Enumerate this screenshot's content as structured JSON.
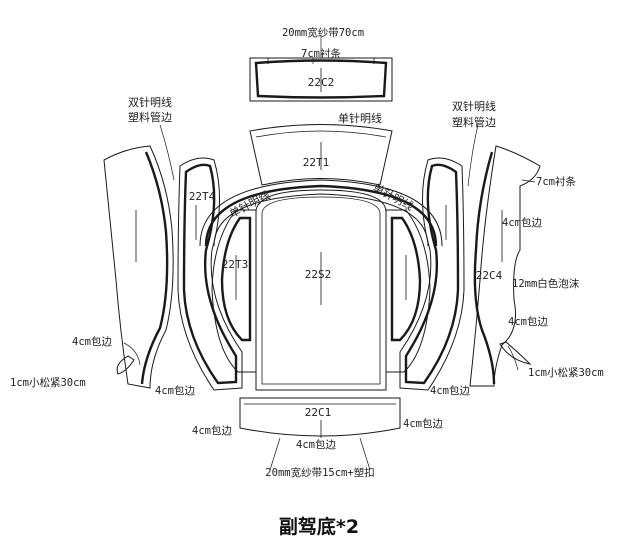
{
  "caption": "副驾底*2",
  "pieces": {
    "c2": "22C2",
    "t1": "22T1",
    "t4": "22T4",
    "t3": "22T3",
    "s2": "22S2",
    "c4": "22C4",
    "c1": "22C1"
  },
  "labels": {
    "top_band": "20mm宽纱带70cm",
    "top_lining": "7cm衬条",
    "single_stitch_top": "单针明线",
    "double_stitch_left": "双针明线",
    "piping_left": "塑料管边",
    "double_stitch_right": "双针明线",
    "piping_right": "塑料管边",
    "single_stitch_arc_left": "单针明线",
    "single_stitch_arc_right": "单针明线",
    "lining_right": "7cm衬条",
    "wrap_right_upper": "4cm包边",
    "foam_right": "12mm白色泡沫",
    "wrap_right_mid": "4cm包边",
    "elastic_right": "1cm小松紧30cm",
    "wrap_left_mid": "4cm包边",
    "elastic_left": "1cm小松紧30cm",
    "wrap_left_low": "4cm包边",
    "wrap_right_low": "4cm包边",
    "wrap_bottom_left": "4cm包边",
    "wrap_bottom_right": "4cm包边",
    "wrap_bottom_center": "4cm包边",
    "bottom_band": "20mm宽纱带15cm+塑扣"
  },
  "colors": {
    "line": "#1a1a1a",
    "background": "#ffffff"
  }
}
